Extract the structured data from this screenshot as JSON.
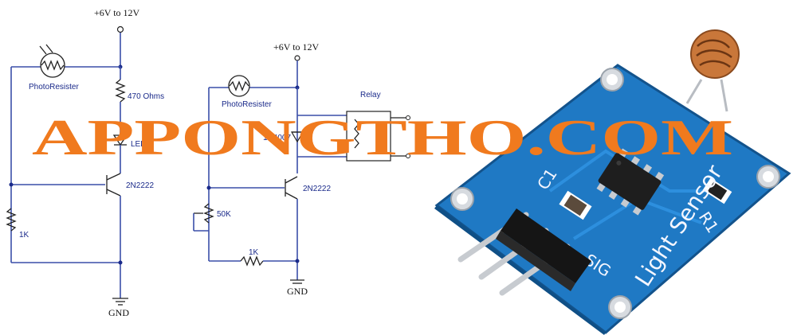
{
  "circuit_left": {
    "supply_label": "+6V to 12V",
    "sensor_label": "PhotoResister",
    "resistor_label": "470 Ohms",
    "led_label": "LED",
    "transistor_label": "2N2222",
    "bottom_resistor_label": "1K",
    "ground_label": "GND"
  },
  "circuit_right": {
    "supply_label": "+6V to 12V",
    "sensor_label": "PhotoResister",
    "relay_label": "Relay",
    "diode_label": "1N4007",
    "pot_label": "50K",
    "transistor_label": "2N2222",
    "resistor_label": "1K",
    "ground_label": "GND"
  },
  "board": {
    "title": "Light Sensor",
    "pin_label": "SIG",
    "cap_label": "C1",
    "res_label": "R1",
    "board_color": "#1f79c4",
    "pin_color": "#c7cbd0"
  },
  "watermark": {
    "text": "APPONGTHO.COM",
    "color": "#f07a1e"
  }
}
